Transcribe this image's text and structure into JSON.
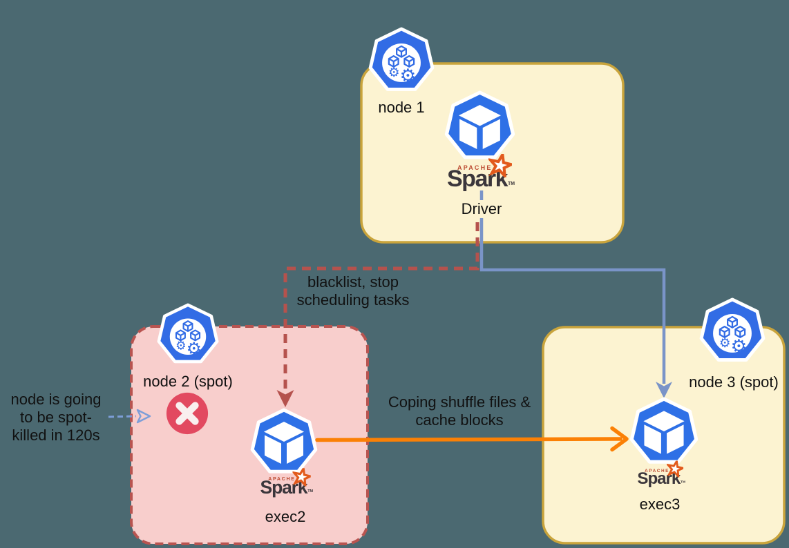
{
  "background_color": "#4b6971",
  "colors": {
    "node_yellow_fill": "#fcf3d1",
    "node_yellow_stroke": "#c9a43c",
    "node_pink_fill": "#f8cecc",
    "node_pink_stroke": "#b85450",
    "arrow_red": "#b5524d",
    "arrow_blue": "#7a94c8",
    "arrow_orange": "#fb8005",
    "arrow_lightblue": "#7d9ed8",
    "kubernetes_blue": "#326ce5",
    "pod_blue": "#2e70e6",
    "error_red": "#e24960",
    "spark_orange": "#e25a1c",
    "spark_gray": "#3b363b",
    "apache_red": "#bc4a31",
    "text": "#111111"
  },
  "nodes": [
    {
      "label": "node 1",
      "pod_label": "Driver"
    },
    {
      "label": "node 2 (spot)",
      "pod_label": "exec2"
    },
    {
      "label": "node 3 (spot)",
      "pod_label": "exec3"
    }
  ],
  "spark_logo": {
    "apache": "APACHE",
    "wordmark": "Spark",
    "tm": "TM"
  },
  "annotations": {
    "blacklist": {
      "line1": "blacklist, stop",
      "line2": "scheduling tasks"
    },
    "copy_shuffle": {
      "line1": "Coping shuffle files &",
      "line2": "cache blocks"
    },
    "spot_note": {
      "line1": "node is going",
      "line2": "to be spot-",
      "line3": "killed in 120s"
    }
  },
  "icons": {
    "kubernetes_node": "kubernetes-node-icon",
    "pod_cube": "pod-cube-icon",
    "error_x": "error-x-icon",
    "spark_star": "apache-spark-star-icon"
  }
}
